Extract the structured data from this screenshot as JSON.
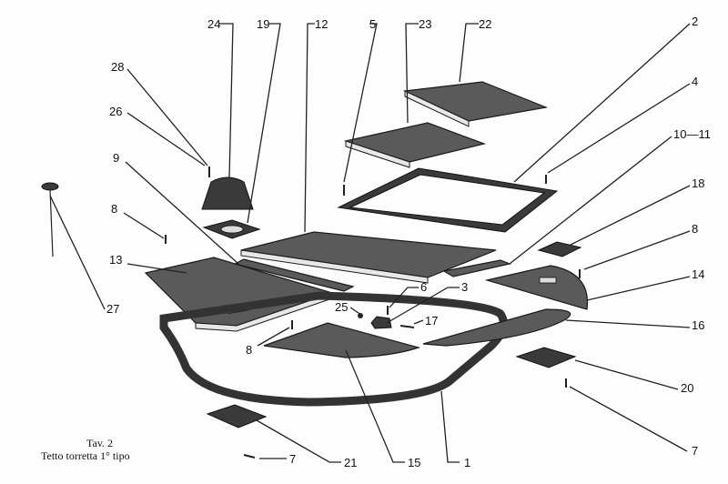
{
  "caption": {
    "line1": "Tav. 2",
    "line2": "Tetto torretta 1° tipo"
  },
  "labels": [
    "24",
    "19",
    "12",
    "5",
    "23",
    "22",
    "2",
    "4",
    "10—11",
    "18",
    "8",
    "14",
    "16",
    "20",
    "7",
    "1",
    "15",
    "21",
    "7",
    "8",
    "25",
    "6",
    "3",
    "17",
    "13",
    "9",
    "8",
    "26",
    "28",
    "27"
  ]
}
